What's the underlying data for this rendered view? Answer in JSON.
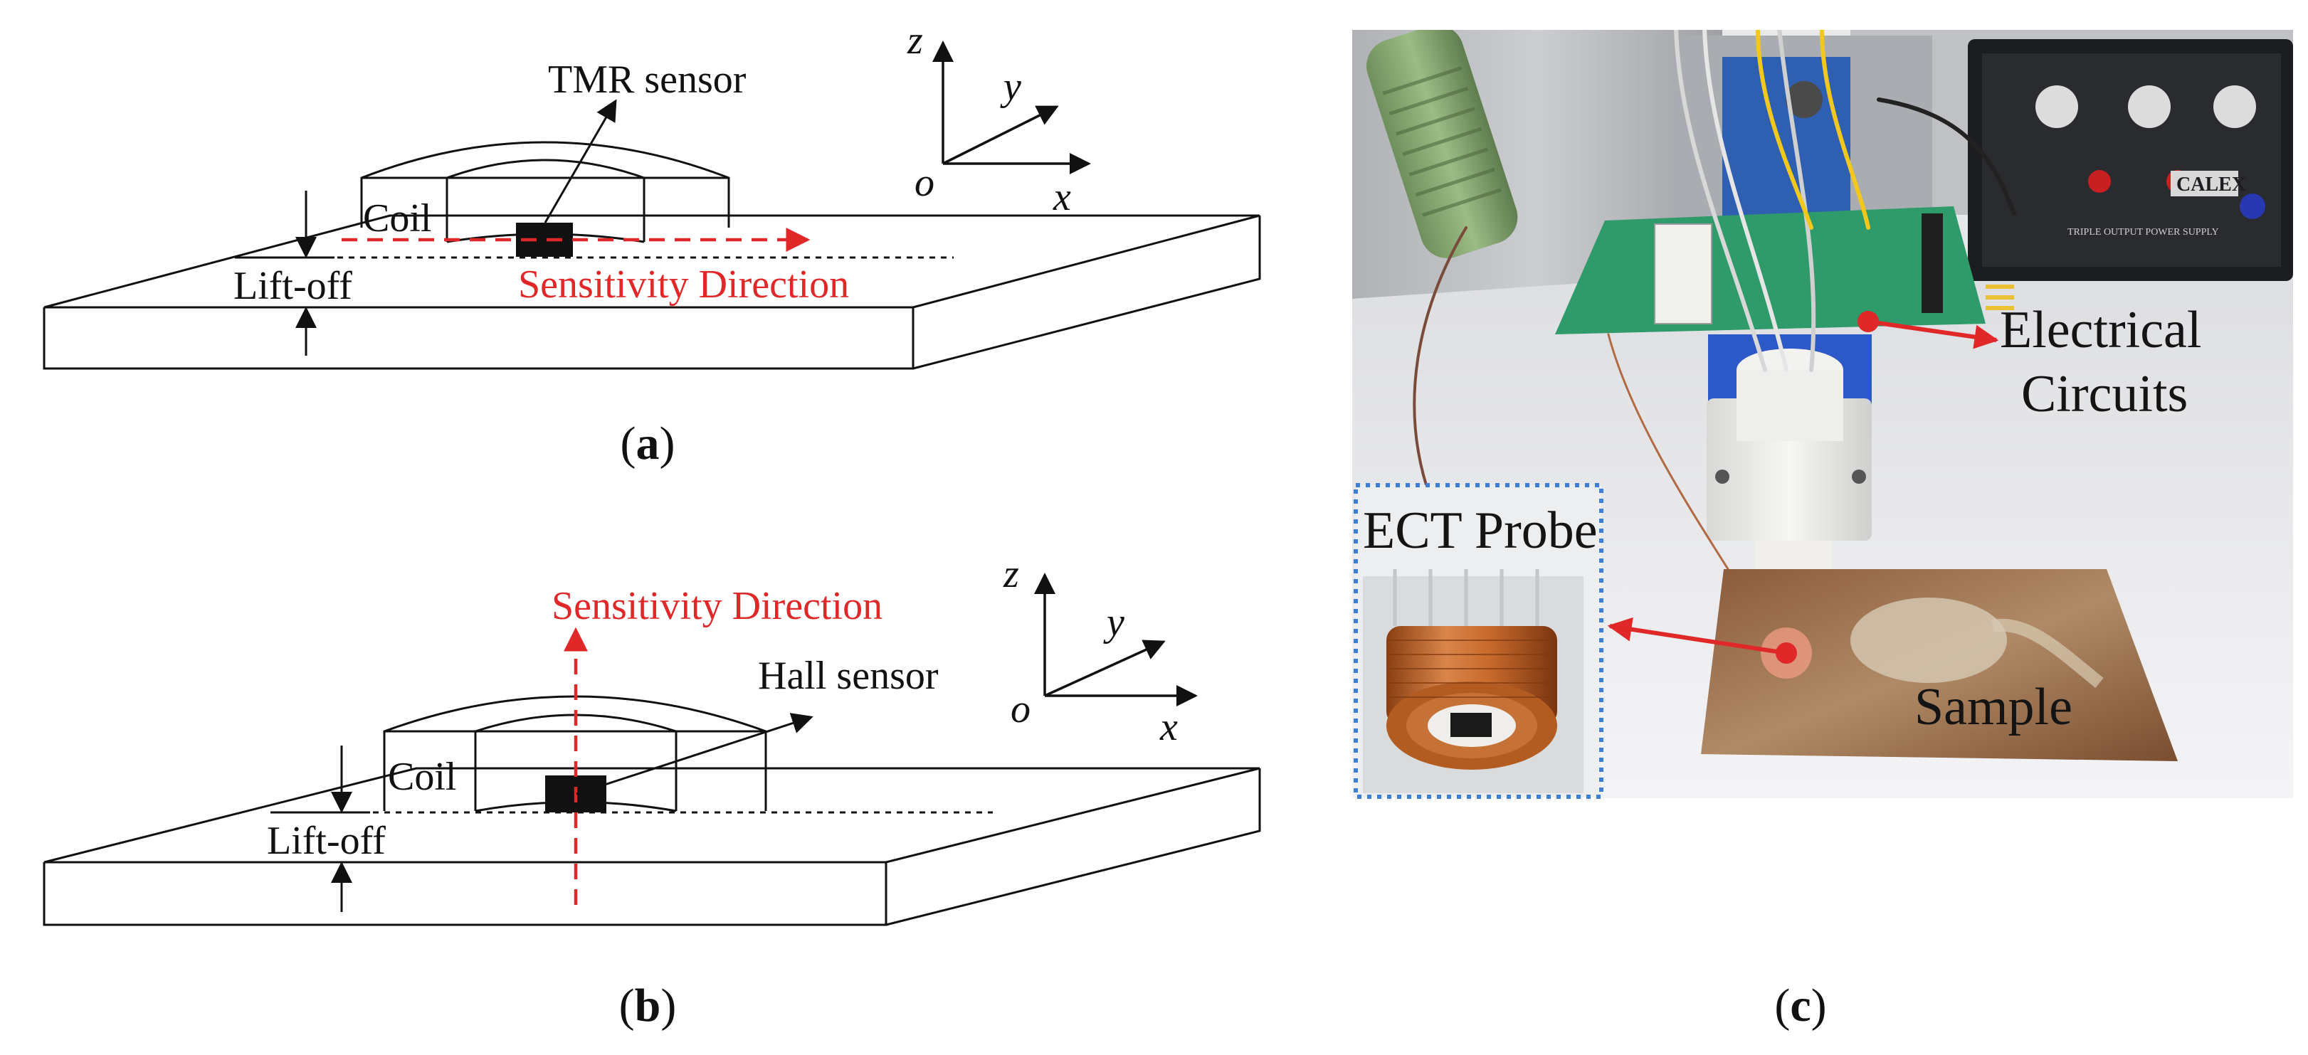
{
  "panel_a": {
    "caption_open": "(",
    "caption_letter": "a",
    "caption_close": ")",
    "sensor_label": "TMR sensor",
    "coil_label": "Coil",
    "liftoff_label": "Lift-off",
    "sensitivity_label": "Sensitivity Direction",
    "axes": {
      "z": "z",
      "y": "y",
      "x": "x",
      "o": "o"
    }
  },
  "panel_b": {
    "caption_open": "(",
    "caption_letter": "b",
    "caption_close": ")",
    "sensor_label": "Hall sensor",
    "coil_label": "Coil",
    "liftoff_label": "Lift-off",
    "sensitivity_label": "Sensitivity Direction",
    "axes": {
      "z": "z",
      "y": "y",
      "x": "x",
      "o": "o"
    }
  },
  "panel_c": {
    "caption_open": "(",
    "caption_letter": "c",
    "caption_close": ")",
    "probe_label": "ECT Probe",
    "circuits_label_line1": "Electrical",
    "circuits_label_line2": "Circuits",
    "sample_label": "Sample",
    "power_supply_brand": "CALEX",
    "power_supply_text": "TRIPLE OUTPUT POWER SUPPLY"
  },
  "colors": {
    "arrow_red": "#e02828",
    "inset_border": "#3b7fd6",
    "copper": "#c8702e"
  }
}
